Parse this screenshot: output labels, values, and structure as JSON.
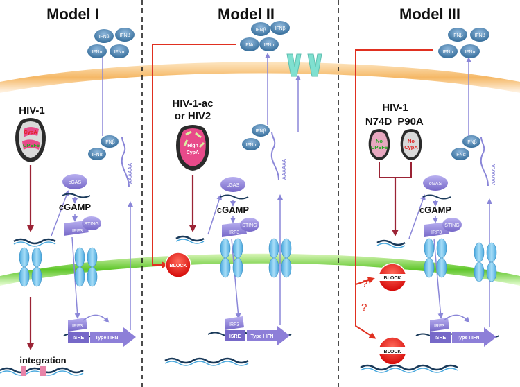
{
  "panels": [
    {
      "title": "Model I",
      "virus": "HIV-1",
      "cypa": "CypA",
      "cpsf6": "CPSF6"
    },
    {
      "title": "Model II",
      "virus_line1": "HIV-1-ac",
      "virus_line2": "or HIV2",
      "cypa_line1": "High",
      "cypa_line2": "CypA"
    },
    {
      "title": "Model III",
      "virus": "HIV-1",
      "mutant1": "N74D",
      "mutant2": "P90A",
      "no1_line1": "No",
      "no1_line2": "CPSF6",
      "no2_line1": "No",
      "no2_line2": "CypA"
    }
  ],
  "labels": {
    "cgas": "cGAS",
    "cgamp": "cGAMP",
    "sting": "STING",
    "irf3": "IRF3",
    "isre": "ISRE",
    "type1ifn": "Type I IFN",
    "ifna": "IFNα",
    "ifnb": "IFNβ",
    "block": "BLOCK",
    "integration": "integration",
    "polya": "AAAAAA",
    "question": "?"
  },
  "colors": {
    "membrane_outer": "#f7c98a",
    "membrane_inner": "#7fd63a",
    "protein": "#8d7fd8",
    "channel": "#6fc3ec",
    "cloud": "#4f87b3",
    "arrow_purple": "#8a86d8",
    "arrow_maroon": "#9b2335",
    "arrow_red": "#e03020",
    "receptor": "#7fe0d0"
  }
}
